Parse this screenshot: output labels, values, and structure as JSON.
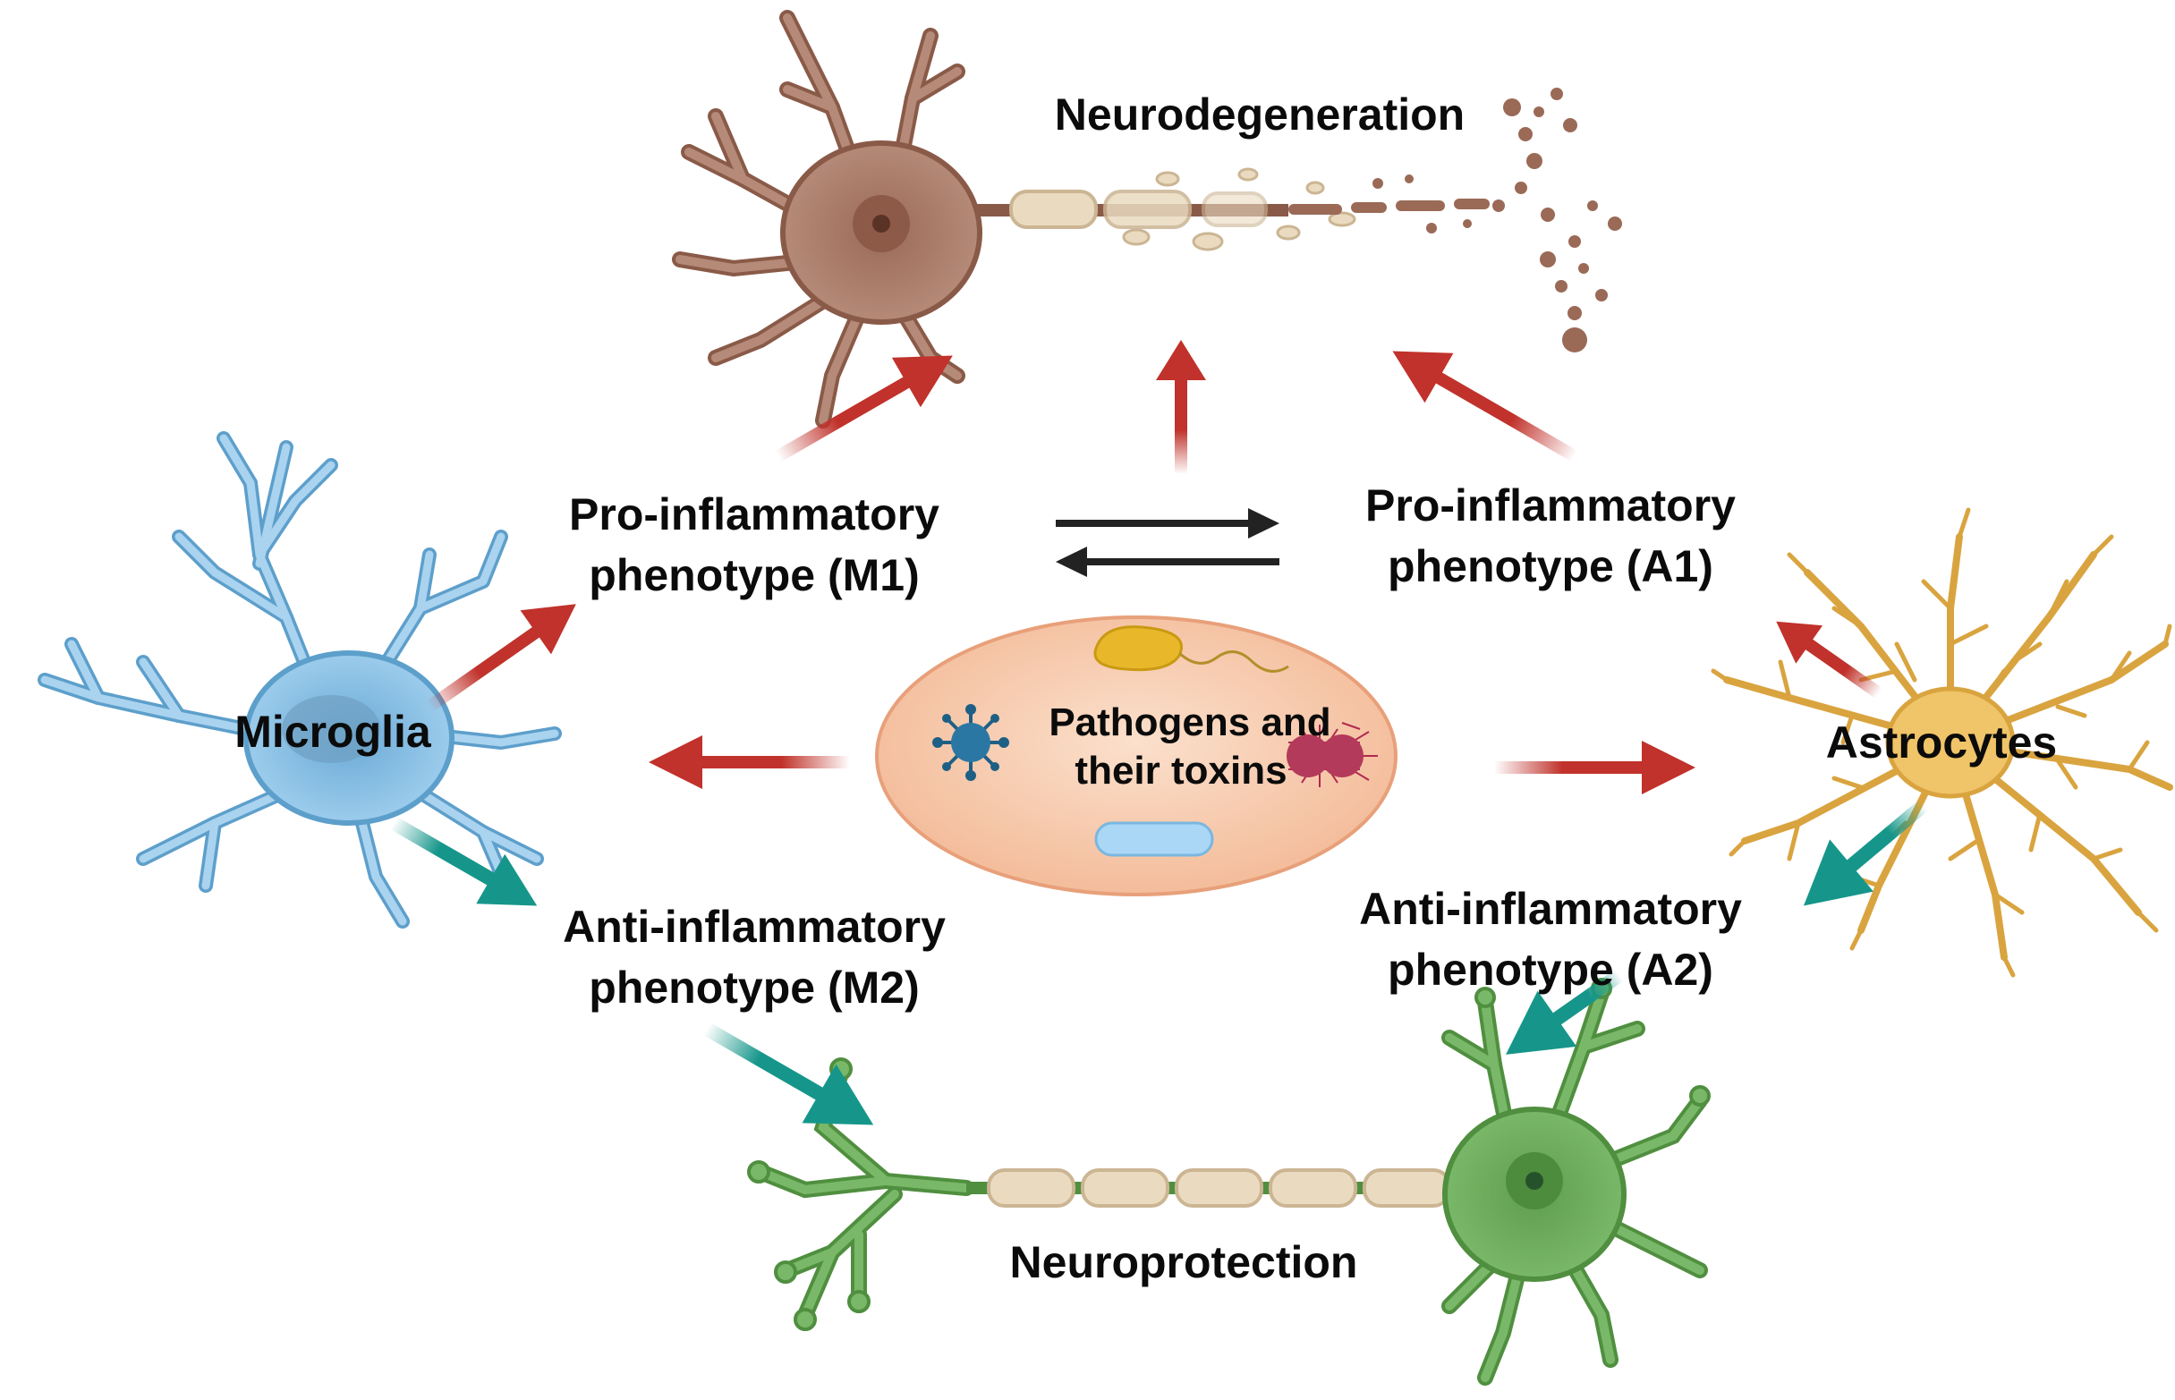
{
  "labels": {
    "neurodegeneration": "Neurodegeneration",
    "neuroprotection": "Neuroprotection",
    "microglia": "Microglia",
    "astrocytes": "Astrocytes",
    "m1_line1": "Pro-inflammatory",
    "m1_line2": "phenotype (M1)",
    "a1_line1": "Pro-inflammatory",
    "a1_line2": "phenotype (A1)",
    "m2_line1": "Anti-inflammatory",
    "m2_line2": "phenotype (M2)",
    "a2_line1": "Anti-inflammatory",
    "a2_line2": "phenotype (A2)",
    "pathogens_line1": "Pathogens and",
    "pathogens_line2": "their toxins"
  },
  "colors": {
    "pro_inflammatory_arrow": "#c0322b",
    "anti_inflammatory_arrow": "#16968a",
    "equilibrium_arrow": "#222222",
    "degenerating_neuron": "#a0705e",
    "healthy_neuron": "#6fae5c",
    "microglia": "#8ec3e6",
    "astrocyte": "#e6b657",
    "pathogen_oval": "#f6c7a7"
  }
}
